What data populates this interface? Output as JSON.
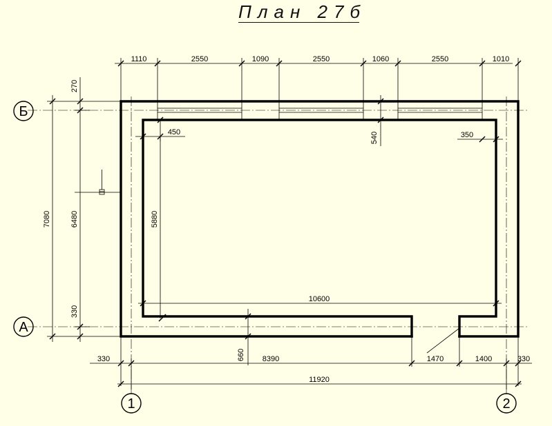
{
  "title": "План 27б",
  "axes": {
    "row_top": "Б",
    "row_bottom": "А",
    "col_left": "1",
    "col_right": "2"
  },
  "dimensions": {
    "top": [
      "1110",
      "2550",
      "1090",
      "2550",
      "1060",
      "2550",
      "1010"
    ],
    "left_outer": "7080",
    "left_top": "270",
    "left_mid": "6480",
    "left_bottom": "330",
    "interior_height": "5880",
    "interior_width": "10600",
    "inner_offset_left": "450",
    "inner_offset_right": "350",
    "wall_top": "540",
    "wall_bottom": "660",
    "bottom": [
      "330",
      "8390",
      "1470",
      "1400",
      "330"
    ],
    "total": "11920"
  }
}
